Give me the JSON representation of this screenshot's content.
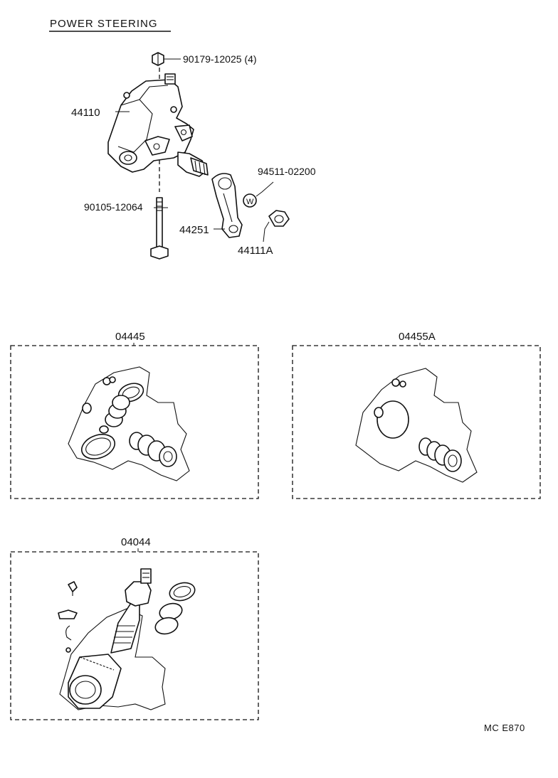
{
  "title": "POWER STEERING",
  "parts": {
    "bolt_top": "90179-12025 (4)",
    "gear_housing": "44110",
    "washer": "94511-02200",
    "washer_symbol": "W",
    "bolt_long": "90105-12064",
    "pitman_arm": "44251",
    "nut": "44111A"
  },
  "kits": {
    "kit_left": "04445",
    "kit_right": "04455A",
    "kit_bottom": "04044"
  },
  "footer_code": "MC  E870"
}
